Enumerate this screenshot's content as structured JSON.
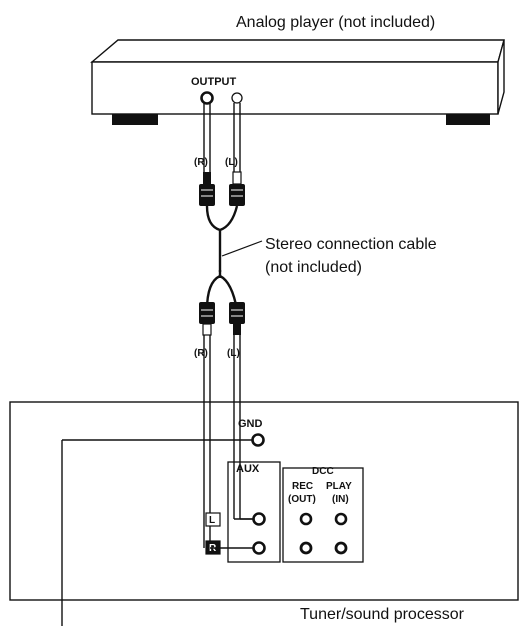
{
  "player": {
    "caption": "Analog player (not included)",
    "output_label": "OUTPUT"
  },
  "cable": {
    "caption_line1": "Stereo connection cable",
    "caption_line2": "(not included)",
    "top_right_plug": "(R)",
    "top_left_plug": "(L)",
    "bottom_right_plug": "(R)",
    "bottom_left_plug": "(L)"
  },
  "processor": {
    "caption": "Tuner/sound processor",
    "gnd_label": "GND",
    "aux_label": "AUX",
    "dcc_label": "DCC",
    "rec_label": "REC",
    "rec_sub": "(OUT)",
    "play_label": "PLAY",
    "play_sub": "(IN)",
    "r_marker": "R",
    "l_marker": "L"
  }
}
